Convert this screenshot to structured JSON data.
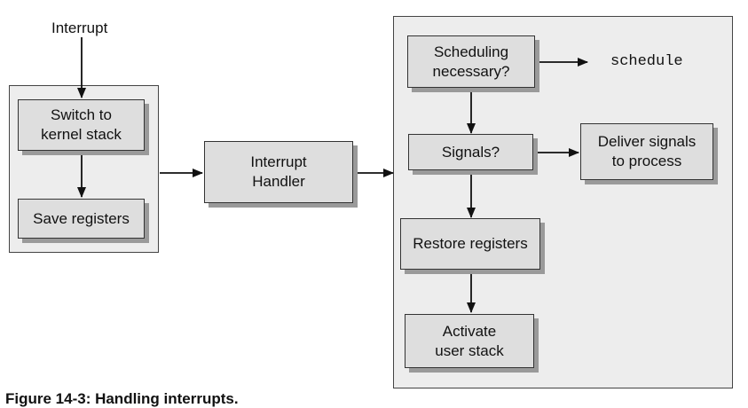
{
  "diagram": {
    "input_label": "Interrupt",
    "left_group": {
      "switch_stack": "Switch to\nkernel stack",
      "save_registers": "Save registers"
    },
    "interrupt_handler": "Interrupt\nHandler",
    "right_group": {
      "scheduling_check": "Scheduling\nnecessary?",
      "schedule_call": "schedule",
      "signals_check": "Signals?",
      "deliver_signals": "Deliver signals\nto process",
      "restore_registers": "Restore registers",
      "activate_user_stack": "Activate\nuser stack"
    },
    "caption": "Figure 14-3: Handling interrupts."
  },
  "colors": {
    "panel_fill": "#ededed",
    "box_fill": "#dedede",
    "box_shadow": "#9a9a9a",
    "line": "#111111"
  }
}
